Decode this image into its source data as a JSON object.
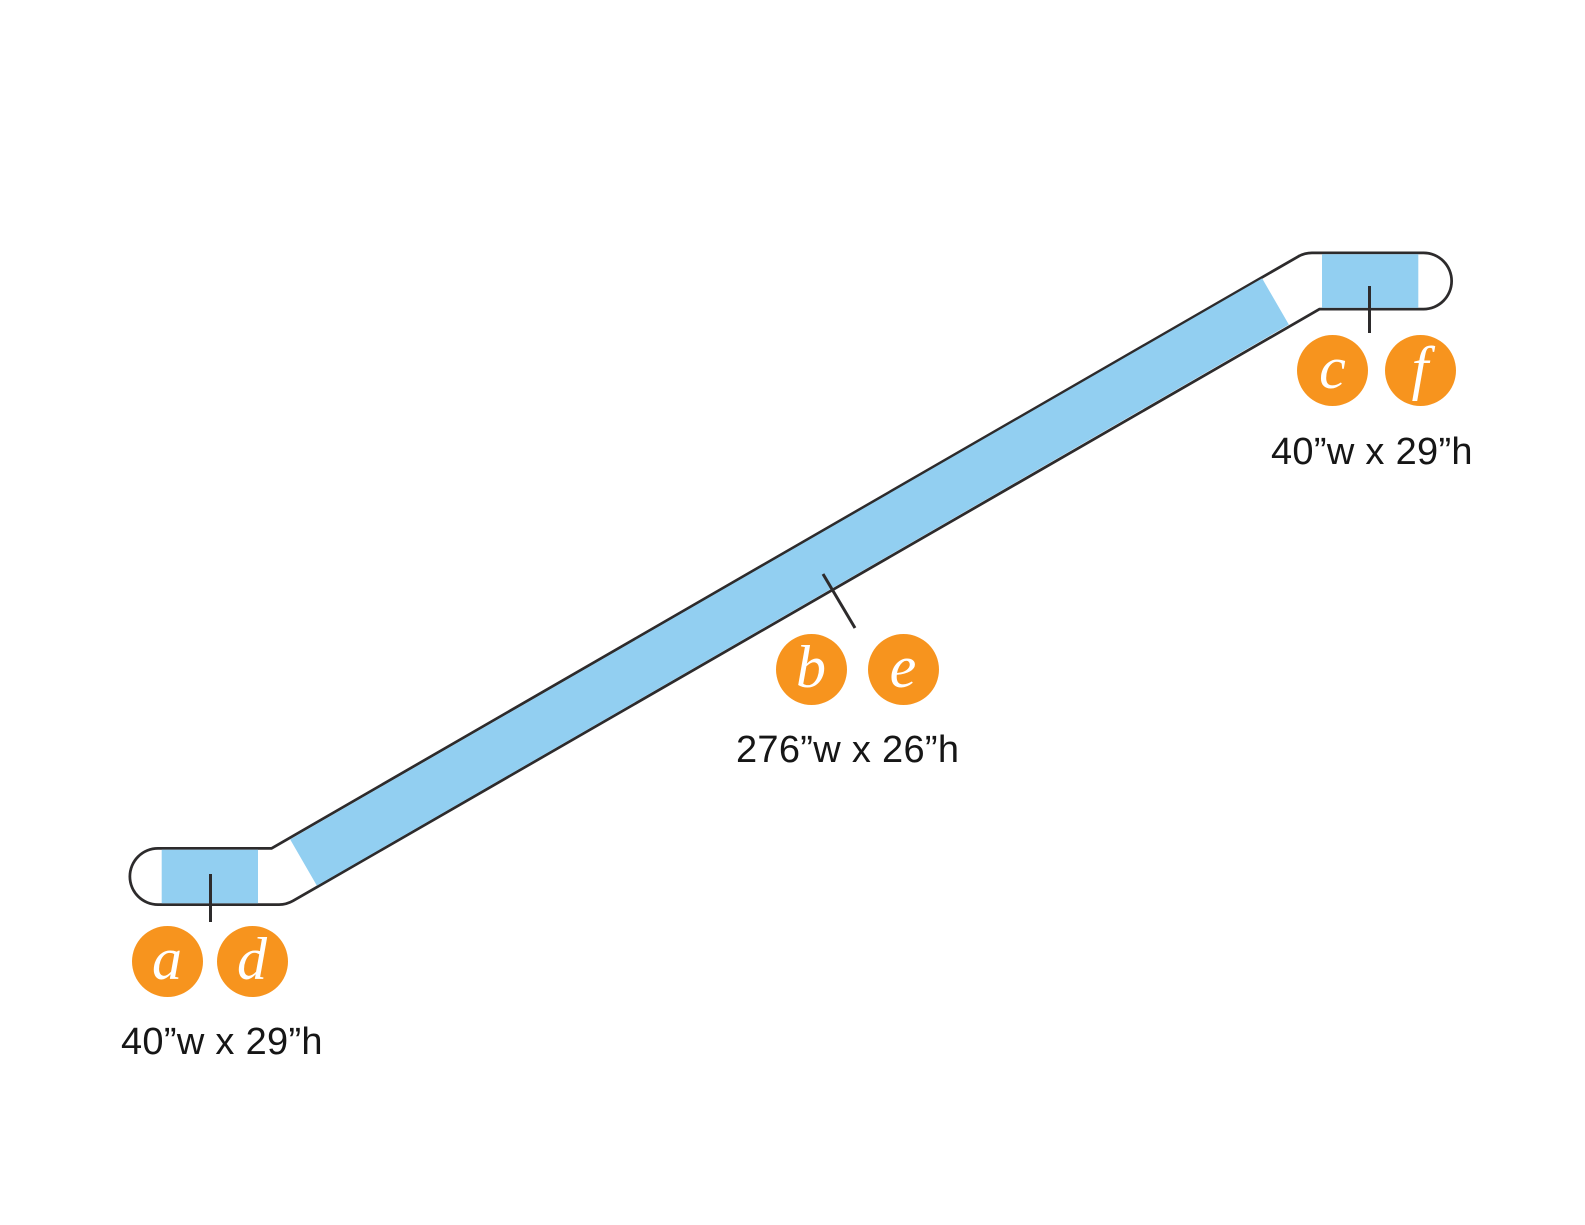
{
  "colors": {
    "background": "#ffffff",
    "band_blue": "#92CFF1",
    "outline_dark": "#2D2B2C",
    "marker_orange": "#F7941E",
    "marker_letter": "#ffffff",
    "dimension_text": "#161616"
  },
  "markers": {
    "bottom": [
      "a",
      "d"
    ],
    "middle": [
      "b",
      "e"
    ],
    "top": [
      "c",
      "f"
    ]
  },
  "dimensions": {
    "bottom": "40”w x 29”h",
    "middle": "276”w x 26”h",
    "top": "40”w x 29”h"
  }
}
